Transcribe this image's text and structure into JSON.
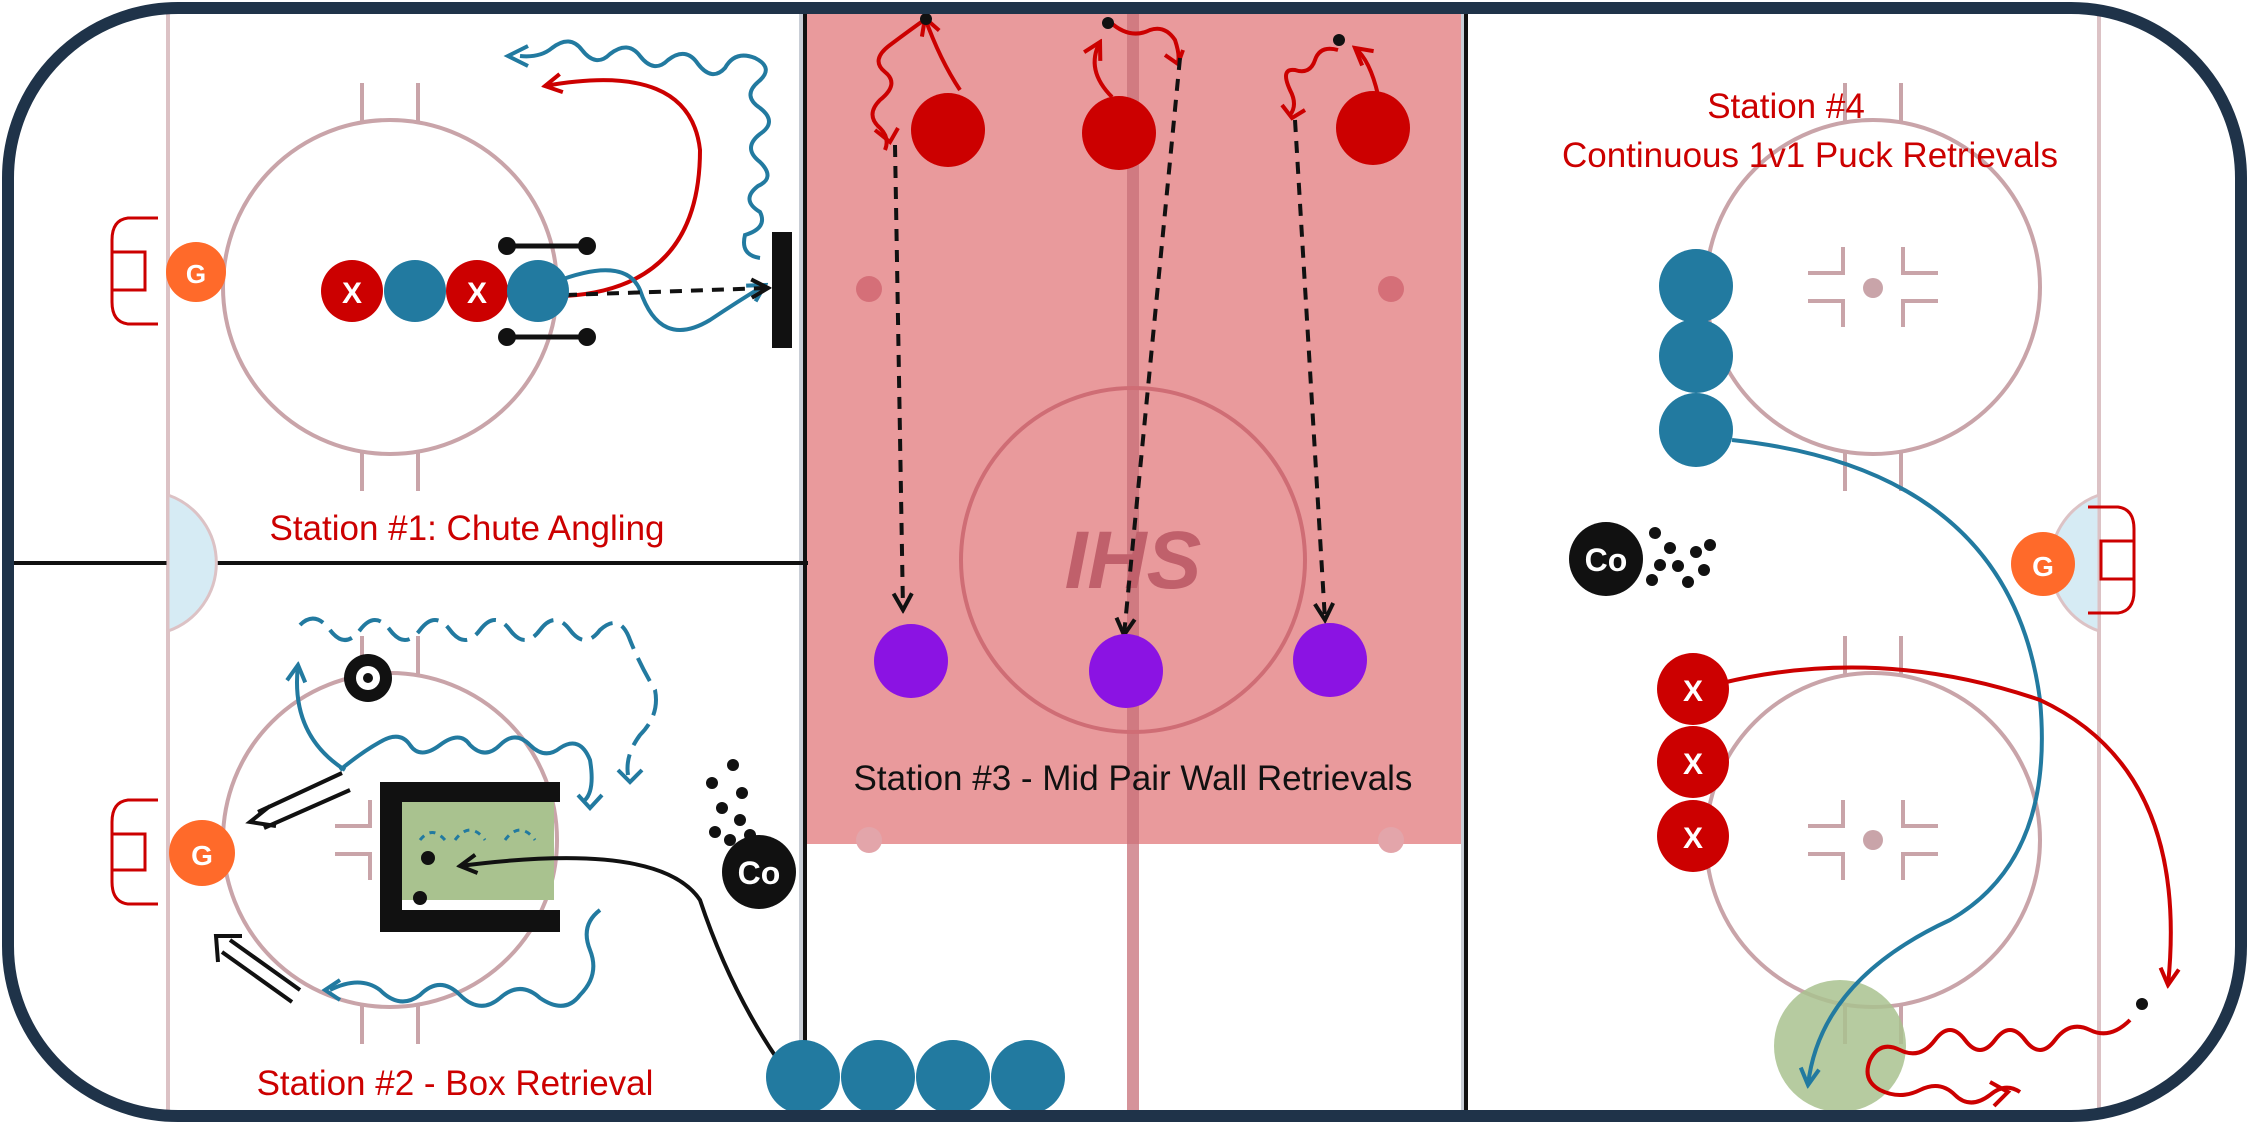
{
  "stations": {
    "s1": "Station #1: Chute Angling",
    "s2": "Station #2 - Box Retrieval",
    "s3": "Station #3 - Mid Pair Wall Retrievals",
    "s4_line1": "Station #4",
    "s4_line2": "Continuous 1v1 Puck Retrievals"
  },
  "markers": {
    "goalie": "G",
    "coach": "Co",
    "forward": "X"
  },
  "logo": "IHS",
  "colors": {
    "rink_border": "#1f3349",
    "red": "#cc0000",
    "blue": "#227aa0",
    "purple": "#8b13e3",
    "goalie": "#ff6a2a",
    "zone_fill": "#e99a9c",
    "box_fill": "#a9c28f",
    "crease_fill": "#d6ebf4",
    "circle_line": "#c9a4a9"
  }
}
